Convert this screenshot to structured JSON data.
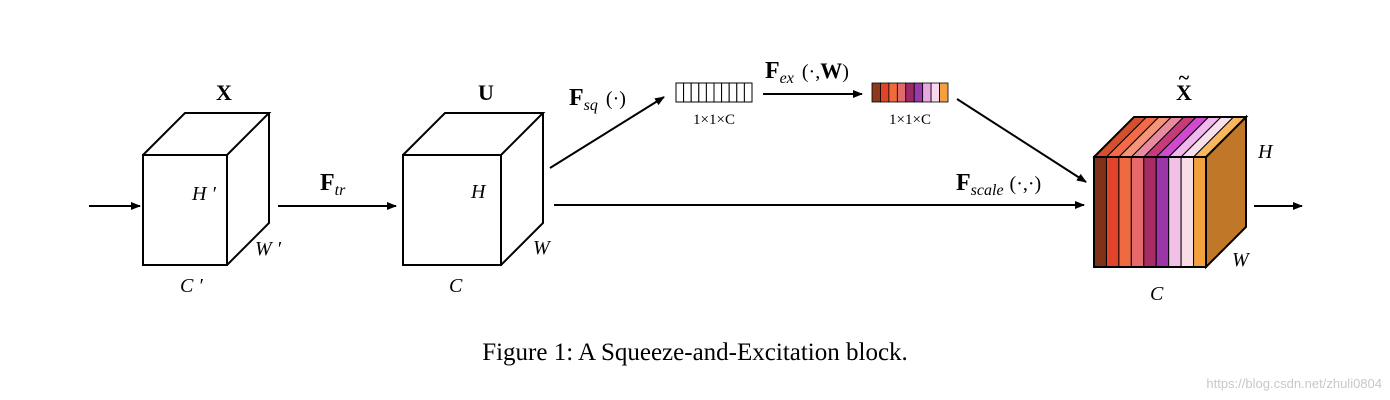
{
  "tensor_x": {
    "name": "X",
    "height": "H ′",
    "width": "W ′",
    "channels": "C ′"
  },
  "tensor_u": {
    "name": "U",
    "height": "H",
    "width": "W",
    "channels": "C"
  },
  "tensor_out": {
    "name": "X",
    "tilde": "~",
    "height": "H",
    "width": "W",
    "channels": "C"
  },
  "op_transform": {
    "main": "F",
    "sub": "tr"
  },
  "op_squeeze": {
    "main": "F",
    "sub": "sq",
    "args": "(·)"
  },
  "op_excite": {
    "main": "F",
    "sub": "ex",
    "args_open": "(·,",
    "weight": "W",
    "args_close": ")"
  },
  "op_scale": {
    "main": "F",
    "sub": "scale",
    "args": "(·,·)"
  },
  "vector_squeezed": {
    "label": "1×1×C",
    "cells": 10
  },
  "vector_excited": {
    "label": "1×1×C",
    "colors": [
      "#8b3a1f",
      "#e0452a",
      "#f06a3c",
      "#e06a6a",
      "#9c2a66",
      "#9a3aa8",
      "#e8a8e0",
      "#f8d8ec",
      "#f4a040"
    ]
  },
  "output_slices": {
    "front_colors": [
      "#7f3218",
      "#e3432b",
      "#ef6a40",
      "#e66a6a",
      "#a72c63",
      "#9c36a8",
      "#f2c0e6",
      "#f8dde6",
      "#f3a03f"
    ],
    "top_colors": [
      "#d2502e",
      "#f26a48",
      "#f4947a",
      "#e88aa0",
      "#c83a7a",
      "#d04ad0",
      "#f0b8ec",
      "#f8e0ec",
      "#f8b860"
    ],
    "side_color": "#c07828"
  },
  "caption": "Figure 1: A Squeeze-and-Excitation block.",
  "watermark": "https://blog.csdn.net/zhuli0804"
}
